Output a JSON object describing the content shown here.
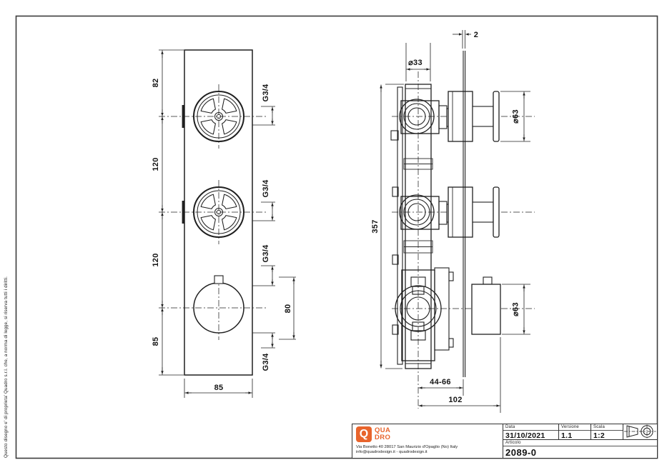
{
  "page": {
    "background": "#ffffff",
    "line_color": "#1f1f1f"
  },
  "copyright_note": "Questo disegno e' di proprieta' Quadro s.r.l. che, a norma di legge, si riserva tutti i diritti.",
  "front_view": {
    "height_dims": [
      "82",
      "120",
      "120",
      "85"
    ],
    "width_dim": "85",
    "port_labels": [
      "G3/4",
      "G3/4",
      "G3/4",
      "G3/4"
    ],
    "port_spacing_dim": "80"
  },
  "side_view": {
    "plate_thickness_dim": "2",
    "body_diameter_dim": "⌀33",
    "handle_diameter_dim_top": "⌀63",
    "handle_diameter_dim_bottom": "⌀63",
    "total_height_dim": "357",
    "depth_range_dim": "44-66",
    "total_depth_dim": "102"
  },
  "title_block": {
    "brand_color": "#e8642c",
    "logo_letter": "Q",
    "logo_text_line1": "QUA",
    "logo_text_line2": "DRO",
    "address_line1": "Via Bonetto 40  28017 San Maurizio d'Opaglio (No) Italy",
    "address_line2": "info@quadrodesign.it  -  quadrodesign.it",
    "data_label": "Data",
    "data_value": "31/10/2021",
    "versione_label": "Versione",
    "versione_value": "1.1",
    "scala_label": "Scala",
    "scala_value": "1:2",
    "articolo_label": "Articolo",
    "articolo_value": "2089-0",
    "projection_icon": "first-angle-projection-icon"
  }
}
